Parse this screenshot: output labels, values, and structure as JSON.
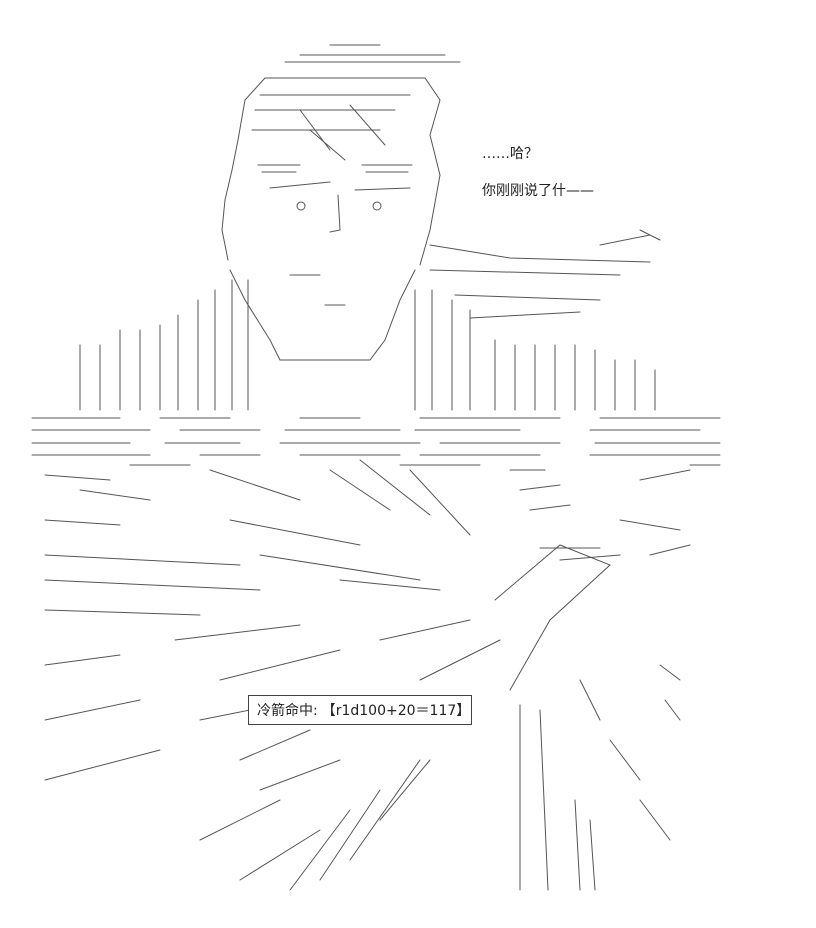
{
  "dialogue": {
    "line1": "……哈？",
    "line2": "你刚刚说了什——"
  },
  "roll": {
    "label": "冷箭命中:",
    "result": "【r1d100+20＝117】"
  }
}
